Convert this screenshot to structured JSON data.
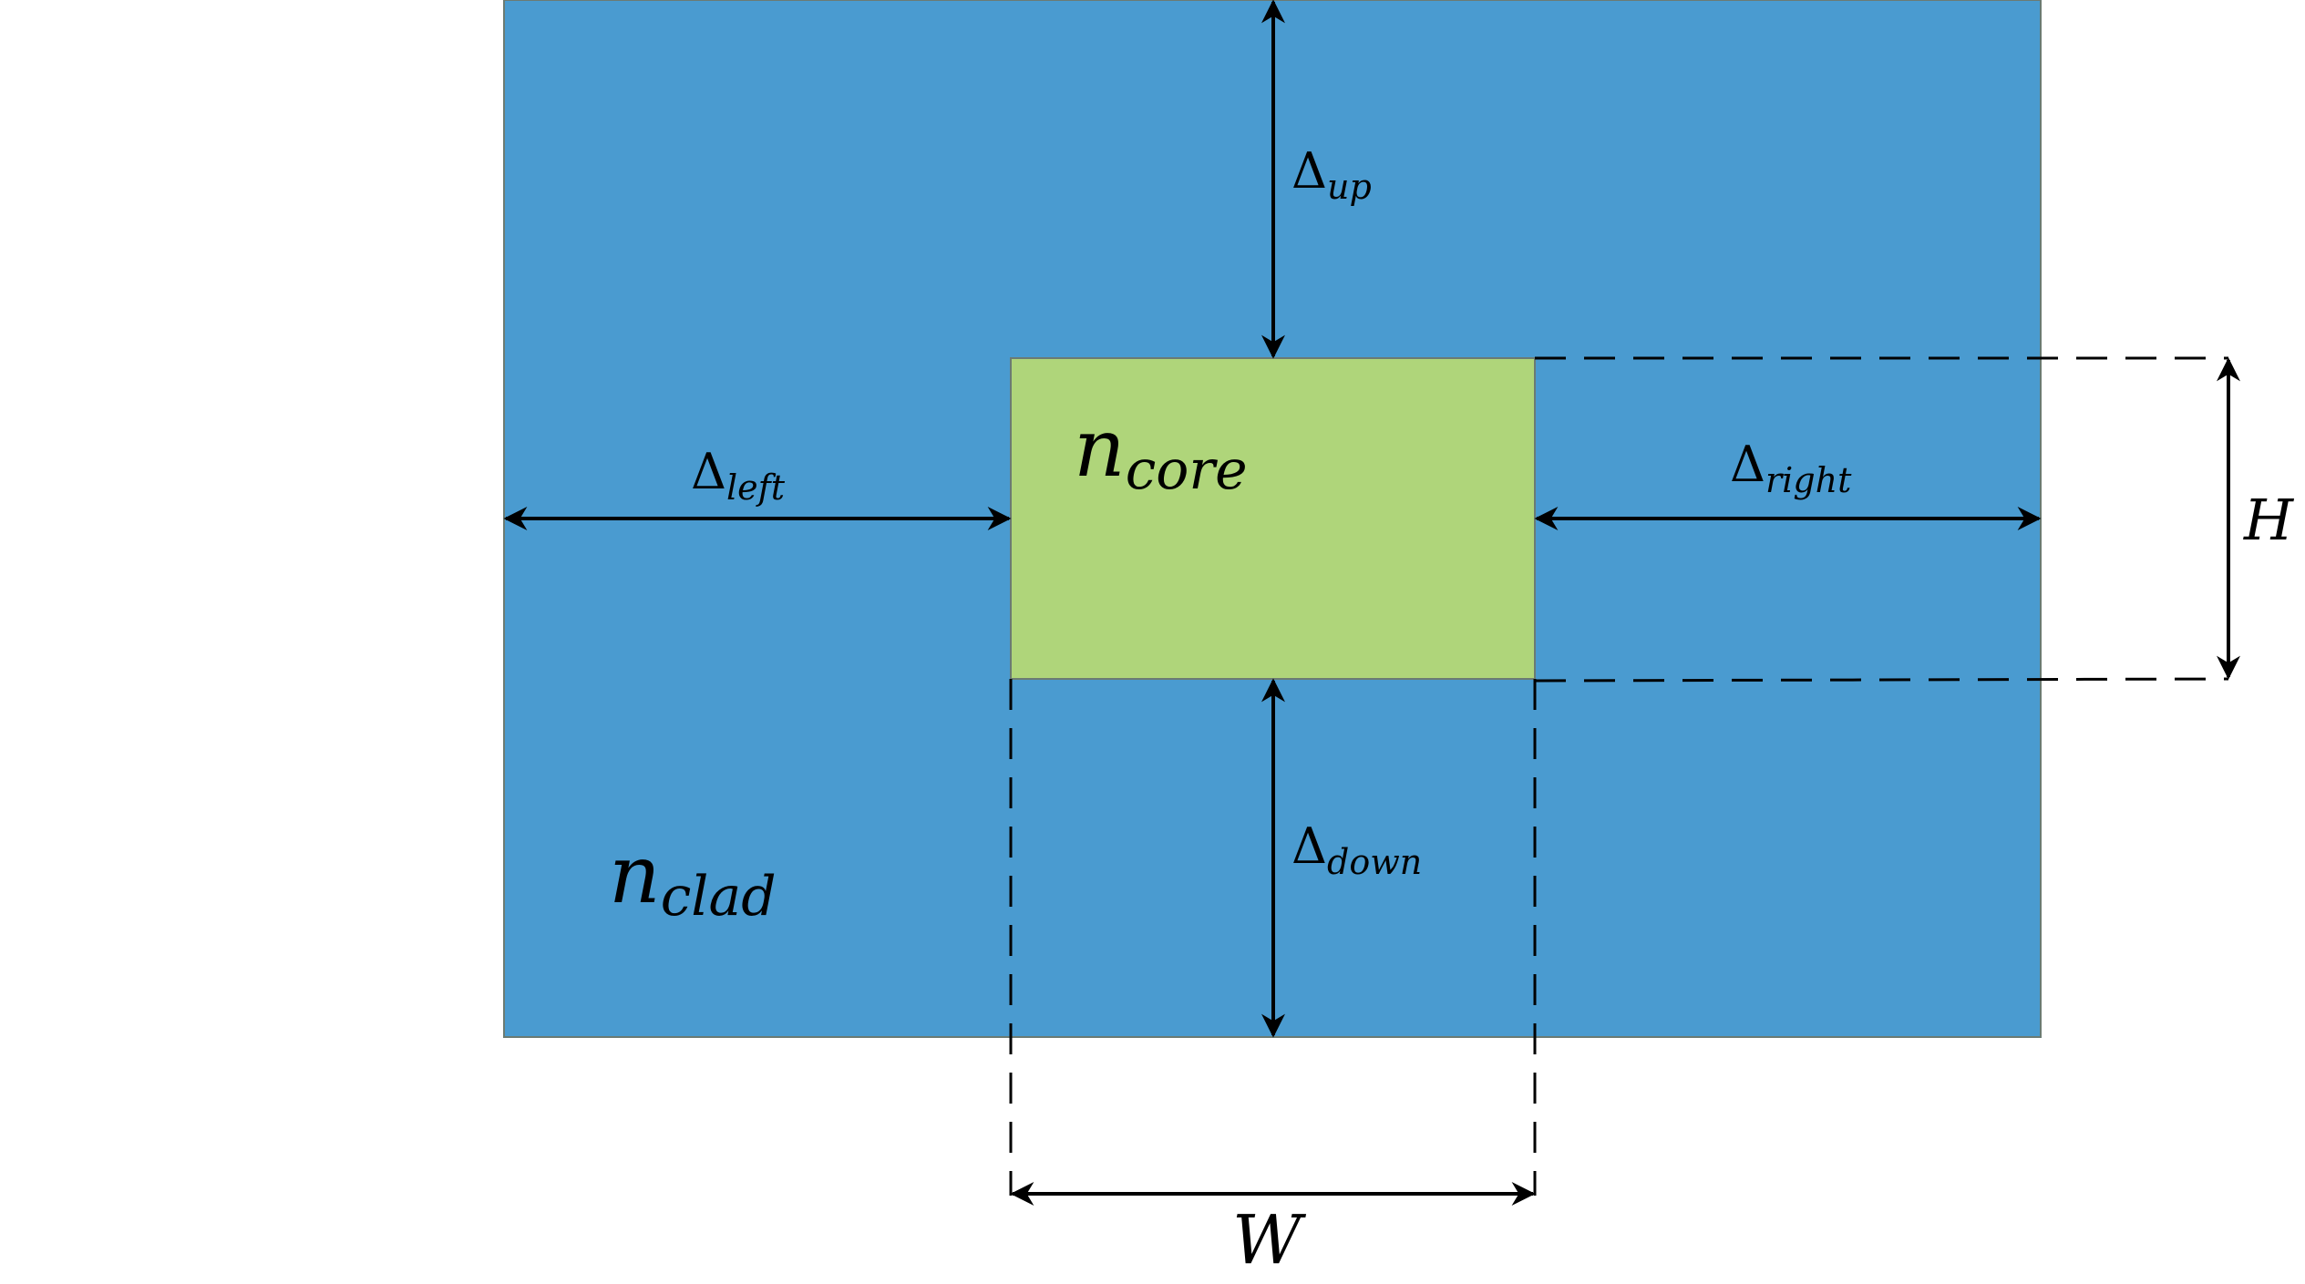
{
  "colors": {
    "cladding": "#4a9bd0",
    "core": "#afd57a",
    "outline": "#6b7b73",
    "ink": "#000000",
    "background": "#ffffff"
  },
  "labels": {
    "delta_symbol": "Δ",
    "up_sub": "up",
    "left_sub": "left",
    "right_sub": "right",
    "down_sub": "down",
    "core_n": "n",
    "core_sub": "core",
    "clad_n": "n",
    "clad_sub": "clad",
    "height": "H",
    "width": "W"
  }
}
